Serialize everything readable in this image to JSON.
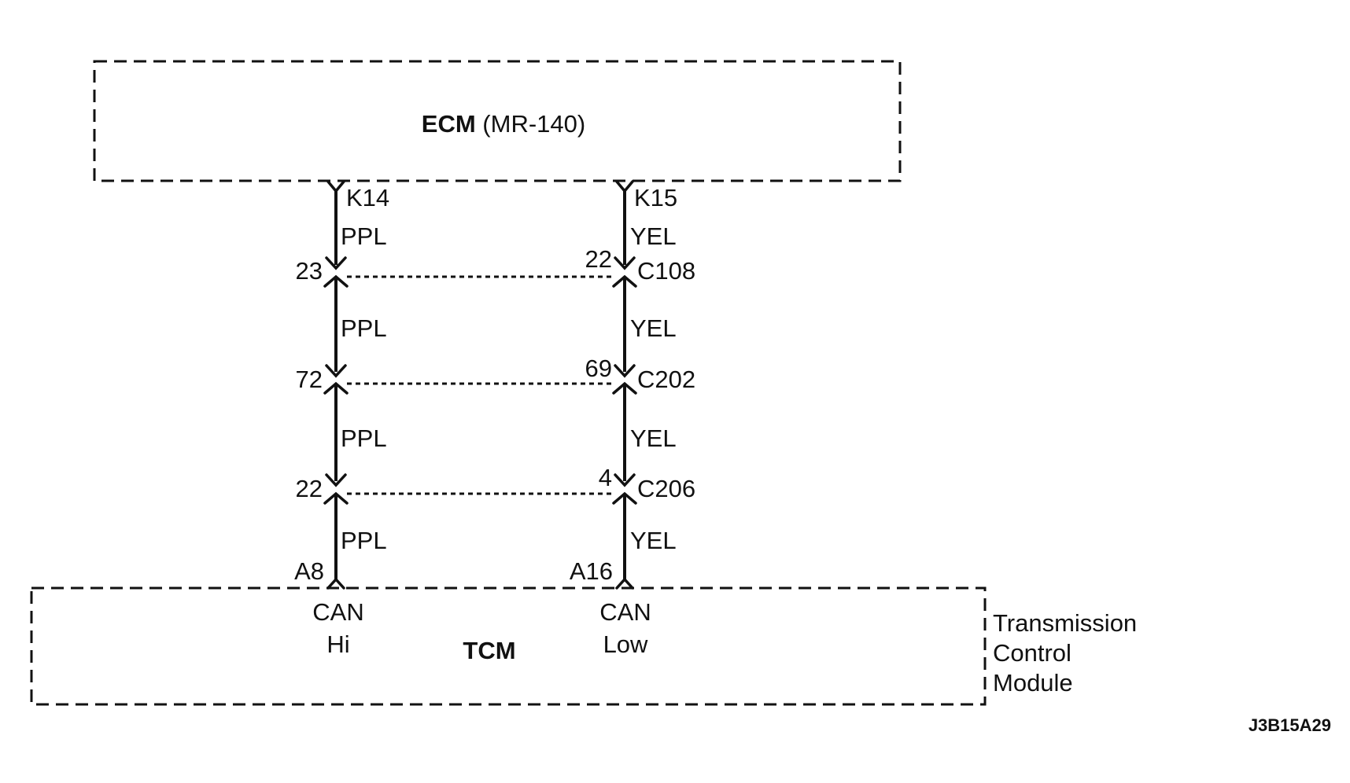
{
  "ecm": {
    "name": "ECM",
    "part": "(MR-140)"
  },
  "tcm": {
    "name": "TCM",
    "description": [
      "Transmission",
      "Control",
      "Module"
    ],
    "pins": {
      "hi": {
        "pin": "A8",
        "label": [
          "CAN",
          "Hi"
        ]
      },
      "low": {
        "pin": "A16",
        "label": [
          "CAN",
          "Low"
        ]
      }
    }
  },
  "wires": {
    "left": {
      "ecm_pin": "K14",
      "color": "PPL",
      "connector_pins": [
        "23",
        "72",
        "22"
      ]
    },
    "right": {
      "ecm_pin": "K15",
      "color": "YEL",
      "connector_pins": [
        "22",
        "69",
        "4"
      ]
    }
  },
  "connectors": [
    "C108",
    "C202",
    "C206"
  ],
  "figure_id": "J3B15A29"
}
